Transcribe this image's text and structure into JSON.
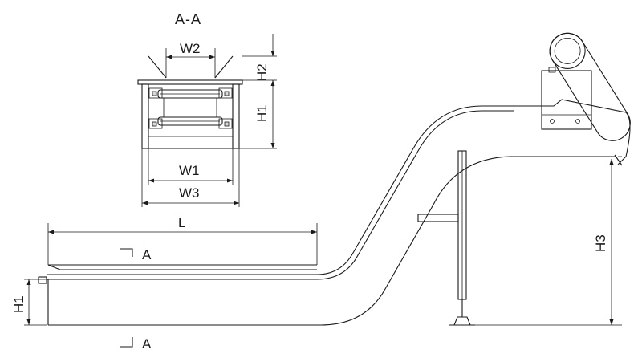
{
  "section_view": {
    "title": "A-A",
    "labels": {
      "w2": "W2",
      "h2": "H2",
      "h1": "H1",
      "w1": "W1",
      "w3": "W3"
    }
  },
  "side_view": {
    "labels": {
      "l": "L",
      "h1": "H1",
      "h3": "H3",
      "section_mark_top": "A",
      "section_mark_bottom": "A"
    }
  }
}
